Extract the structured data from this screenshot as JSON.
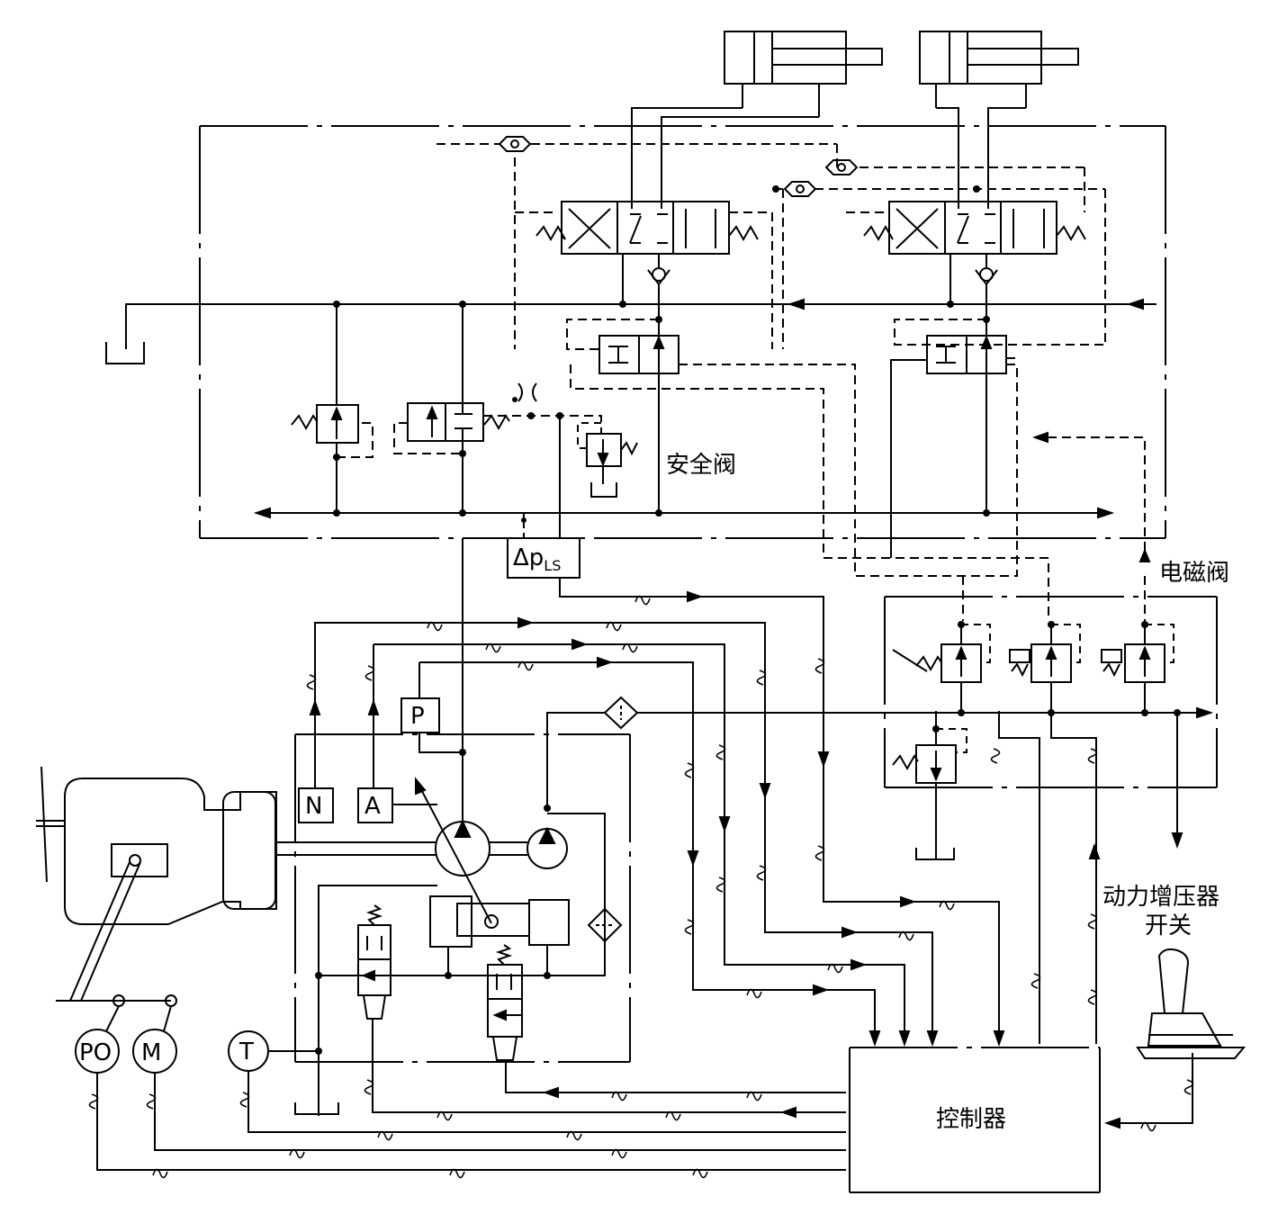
{
  "labels": {
    "safety_valve": "安全阀",
    "solenoid_valve": "电磁阀",
    "power_booster_switch_line1": "动力增压器",
    "power_booster_switch_line2": "开关",
    "controller": "控制器",
    "delta_p": "Δp",
    "delta_p_sub": "LS",
    "sensor_n": "N",
    "sensor_a": "A",
    "sensor_p": "P",
    "sensor_t": "T",
    "sensor_po": "PO",
    "sensor_m": "M"
  }
}
